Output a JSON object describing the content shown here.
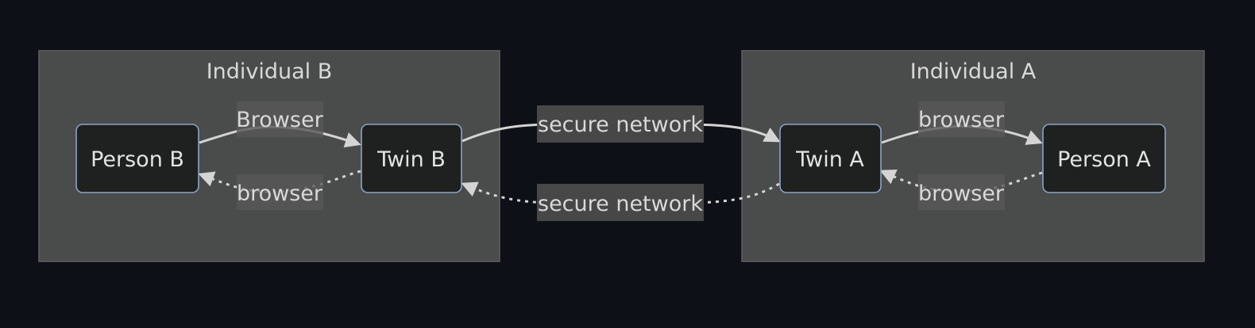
{
  "clusters": {
    "individual_b": {
      "title": "Individual B"
    },
    "individual_a": {
      "title": "Individual A"
    }
  },
  "nodes": {
    "person_b": "Person B",
    "twin_b": "Twin B",
    "twin_a": "Twin A",
    "person_a": "Person A"
  },
  "edges": {
    "person_b_to_twin_b": "Browser",
    "twin_b_to_person_b": "browser",
    "twin_b_to_twin_a": "secure network",
    "twin_a_to_twin_b": "secure network",
    "twin_a_to_person_a": "browser",
    "person_a_to_twin_a": "browser"
  },
  "colors": {
    "background": "#0d1117",
    "cluster_fill": "#4a4b4b",
    "node_fill": "#1f2020",
    "node_border": "#8aa4c8",
    "edge": "#d4d4d4"
  }
}
